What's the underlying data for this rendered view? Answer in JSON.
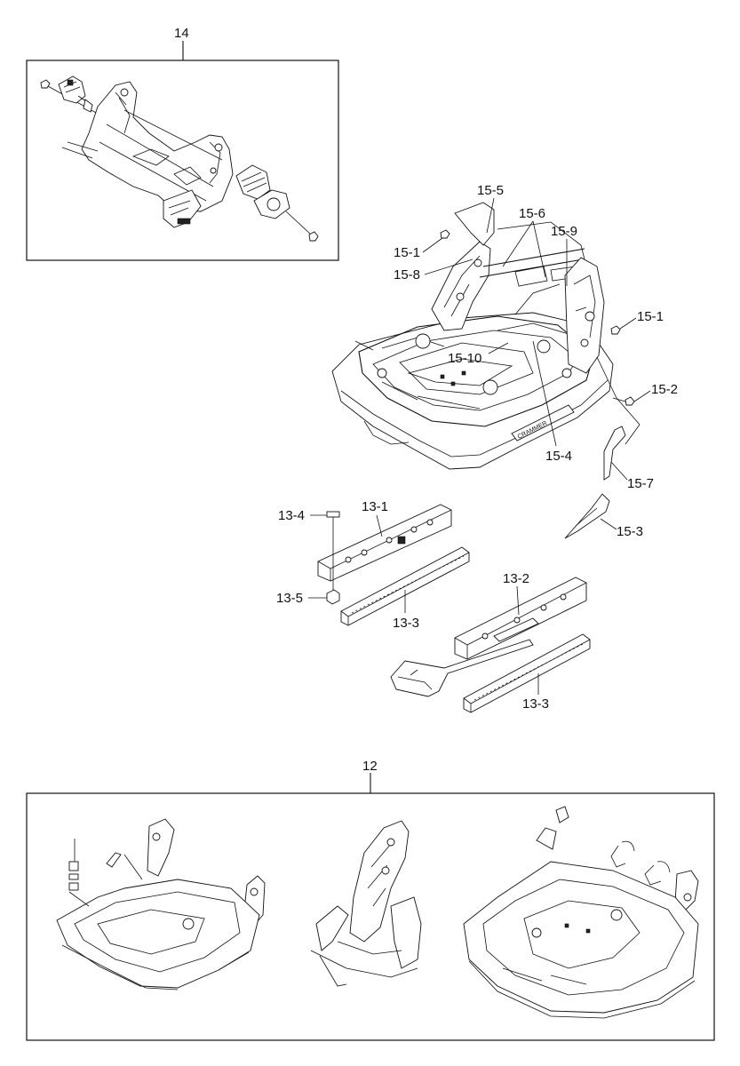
{
  "diagram": {
    "callouts": {
      "c14": "14",
      "c12": "12",
      "c15_5": "15-5",
      "c15_6": "15-6",
      "c15_9": "15-9",
      "c15_1a": "15-1",
      "c15_8": "15-8",
      "c15_1b": "15-1",
      "c15_10": "15-10",
      "c15_2": "15-2",
      "c15_4": "15-4",
      "c15_7": "15-7",
      "c15_3": "15-3",
      "c13_4": "13-4",
      "c13_1": "13-1",
      "c13_5": "13-5",
      "c13_3a": "13-3",
      "c13_2": "13-2",
      "c13_3b": "13-3"
    },
    "frame_badge_text": "CRAMMER"
  }
}
